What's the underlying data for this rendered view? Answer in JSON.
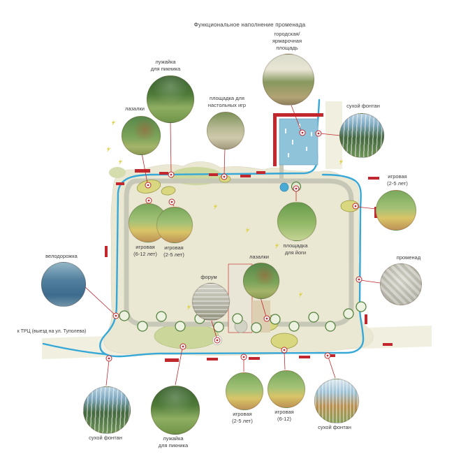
{
  "title": "Функциональное наполнение променада",
  "mall_exit_label": "к ТРЦ (выезд на ул. Туполева)",
  "colors": {
    "accent_red": "#c1272d",
    "water_blue": "#35a8d8",
    "park_beige": "#eae7d3",
    "lawn_green": "#cdd89e",
    "sand_yellow": "#d9d880",
    "path_gray": "#c6c6b6",
    "tree_green": "#55833f",
    "pool_blue": "#8ec3da",
    "sparkle_yellow": "#ddcf3a"
  },
  "callouts": [
    {
      "id": "picnic-lawn-top",
      "label": "лужайка\nдля пикника"
    },
    {
      "id": "climbing-left",
      "label": "лазалки"
    },
    {
      "id": "board-games",
      "label": "площадка для\nнастольных игр"
    },
    {
      "id": "fair-square",
      "label": "городская/\nярмарочная\nплощадь"
    },
    {
      "id": "dry-fountain-top-right",
      "label": "сухой фонтан"
    },
    {
      "id": "playground-2-5-right",
      "label": "игровая\n(2-5 лет)"
    },
    {
      "id": "playground-6-12-mid",
      "label": "игровая\n(6-12 лет)"
    },
    {
      "id": "playground-2-5-mid",
      "label": "игровая\n(2-5 лет)"
    },
    {
      "id": "yoga-area",
      "label": "площадка\nдля йоги"
    },
    {
      "id": "bike-path",
      "label": "велодорожка"
    },
    {
      "id": "climbing-mid",
      "label": "лазалки"
    },
    {
      "id": "forum",
      "label": "форум"
    },
    {
      "id": "promenade",
      "label": "променад"
    },
    {
      "id": "dry-fountain-bottom-left",
      "label": "сухой фонтан"
    },
    {
      "id": "picnic-lawn-bottom",
      "label": "лужайка\nдля пикника"
    },
    {
      "id": "playground-2-5-bottom",
      "label": "игровая\n(2-5 лет)"
    },
    {
      "id": "playground-6-12-bottom",
      "label": "игровая\n(6-12)"
    },
    {
      "id": "dry-fountain-bottom-right",
      "label": "сухой фонтан"
    }
  ]
}
